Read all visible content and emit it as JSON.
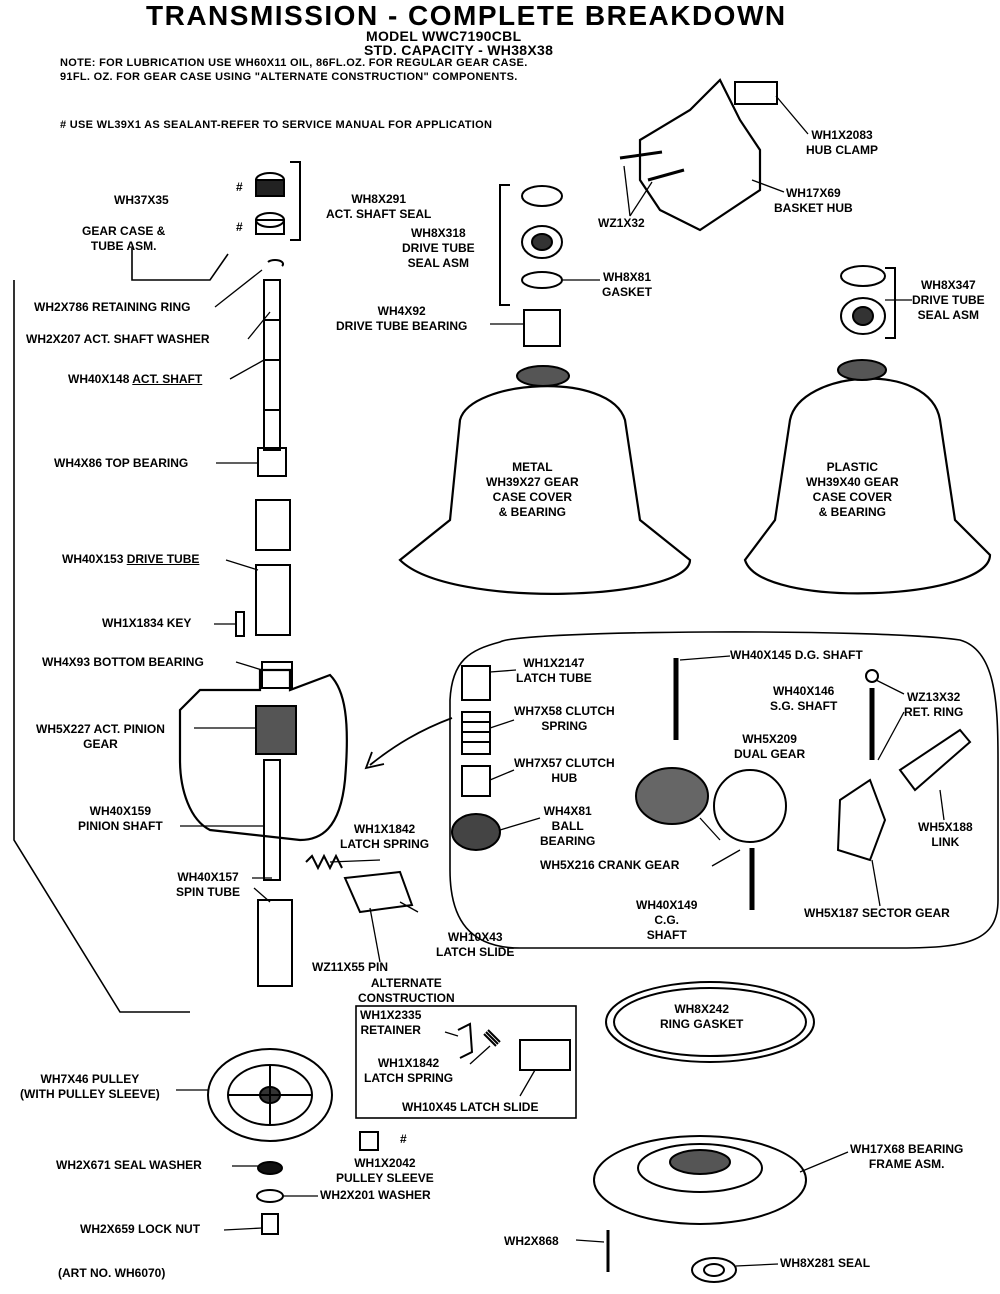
{
  "header": {
    "title": "TRANSMISSION - COMPLETE BREAKDOWN",
    "model": "MODEL WWC7190CBL",
    "capacity": "STD. CAPACITY - WH38X38",
    "note_line1": "NOTE: FOR LUBRICATION USE WH60X11 OIL, 86FL.OZ. FOR REGULAR GEAR CASE.",
    "note_line2": "91FL. OZ. FOR GEAR CASE USING \"ALTERNATE CONSTRUCTION\" COMPONENTS.",
    "sealant_note": "# USE WL39X1 AS SEALANT-REFER TO SERVICE MANUAL FOR APPLICATION"
  },
  "parts": {
    "wh37x35": "WH37X35",
    "hash1": "#",
    "hash2": "#",
    "hash3": "#",
    "wh8x291": [
      "WH8X291",
      "ACT. SHAFT SEAL"
    ],
    "gear_case": [
      "GEAR CASE &",
      "TUBE ASM."
    ],
    "wh2x786": "WH2X786 RETAINING RING",
    "wh2x207": "WH2X207 ACT. SHAFT WASHER",
    "wh40x148_code": "WH40X148",
    "wh40x148_name": "ACT. SHAFT",
    "wh4x86": "WH4X86 TOP BEARING",
    "wh40x153_code": "WH40X153",
    "wh40x153_name": "DRIVE TUBE",
    "wh1x1834": "WH1X1834 KEY",
    "wh4x93": "WH4X93 BOTTOM BEARING",
    "wh5x227": [
      "WH5X227 ACT. PINION",
      "GEAR"
    ],
    "wh40x159": [
      "WH40X159",
      "PINION SHAFT"
    ],
    "wh40x157": [
      "WH40X157",
      "SPIN TUBE"
    ],
    "wh1x1842a": [
      "WH1X1842",
      "LATCH SPRING"
    ],
    "wh10x43": [
      "WH10X43",
      "LATCH SLIDE"
    ],
    "wz11x55": "WZ11X55 PIN",
    "alternate": [
      "ALTERNATE",
      "CONSTRUCTION"
    ],
    "wh1x2335": [
      "WH1X2335",
      "RETAINER"
    ],
    "wh1x1842b": [
      "WH1X1842",
      "LATCH SPRING"
    ],
    "wh10x45": "WH10X45 LATCH SLIDE",
    "wh7x46": [
      "WH7X46 PULLEY",
      "(WITH PULLEY SLEEVE)"
    ],
    "wh1x2042": [
      "WH1X2042",
      "PULLEY SLEEVE"
    ],
    "wh2x671": "WH2X671 SEAL WASHER",
    "wh2x201": "WH2X201 WASHER",
    "wh2x659": "WH2X659 LOCK NUT",
    "art_no": "(ART NO. WH6070)",
    "wh1x2083": [
      "WH1X2083",
      "HUB CLAMP"
    ],
    "wh17x69": [
      "WH17X69",
      "BASKET HUB"
    ],
    "wz1x32": "WZ1X32",
    "wh8x318": [
      "WH8X318",
      "DRIVE TUBE",
      "SEAL ASM"
    ],
    "wh8x81": [
      "WH8X81",
      "GASKET"
    ],
    "wh4x92": [
      "WH4X92",
      "DRIVE TUBE BEARING"
    ],
    "wh8x347": [
      "WH8X347",
      "DRIVE TUBE",
      "SEAL ASM"
    ],
    "metal_cover": [
      "METAL",
      "WH39X27 GEAR",
      "CASE COVER",
      "& BEARING"
    ],
    "plastic_cover": [
      "PLASTIC",
      "WH39X40 GEAR",
      "CASE COVER",
      "& BEARING"
    ],
    "wh1x2147": [
      "WH1X2147",
      "LATCH TUBE"
    ],
    "wh7x58": [
      "WH7X58 CLUTCH",
      "SPRING"
    ],
    "wh7x57": [
      "WH7X57 CLUTCH",
      "HUB"
    ],
    "wh4x81": [
      "WH4X81",
      "BALL",
      "BEARING"
    ],
    "wh40x145": "WH40X145 D.G. SHAFT",
    "wh40x146": [
      "WH40X146",
      "S.G. SHAFT"
    ],
    "wz13x32": [
      "WZ13X32",
      "RET. RING"
    ],
    "wh5x209": [
      "WH5X209",
      "DUAL GEAR"
    ],
    "wh5x188": [
      "WH5X188",
      "LINK"
    ],
    "wh5x216": "WH5X216 CRANK GEAR",
    "wh40x149": [
      "WH40X149",
      "C.G.",
      "SHAFT"
    ],
    "wh5x187": "WH5X187 SECTOR GEAR",
    "wh8x242": [
      "WH8X242",
      "RING GASKET"
    ],
    "wh17x68": [
      "WH17X68 BEARING",
      "FRAME ASM."
    ],
    "wh2x868": "WH2X868",
    "wh8x281": "WH8X281 SEAL"
  }
}
